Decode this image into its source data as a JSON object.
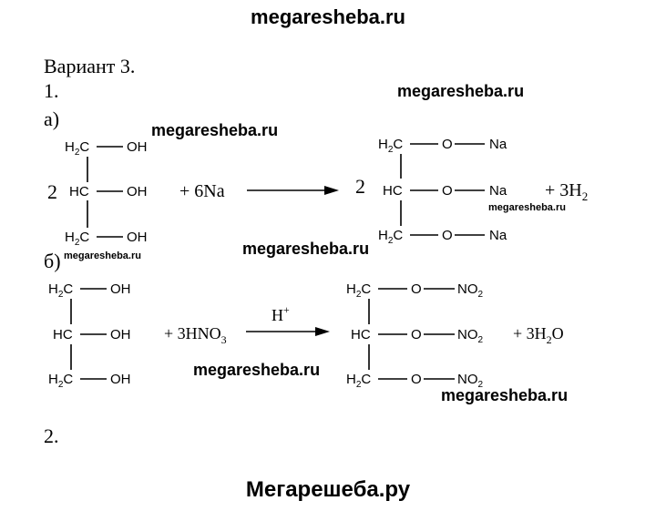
{
  "header": {
    "site": "megaresheba.ru"
  },
  "footer": {
    "site": "Мегарешеба.ру"
  },
  "variant_title": "Вариант 3.",
  "task1_number": "1.",
  "task2_number": "2.",
  "part_a_label": "а)",
  "part_b_label": "б)",
  "watermarks": {
    "w1": "megaresheba.ru",
    "w2": "megaresheba.ru",
    "w3": "megaresheba.ru",
    "w4": "megaresheba.ru",
    "w5": "megaresheba.ru",
    "w6": "megaresheba.ru",
    "w7": "megaresheba.ru"
  },
  "reaction_a": {
    "left_coefficient": "2",
    "reactant_added": "+ 6Na",
    "right_coefficient": "2",
    "product_added": "+ 3H",
    "product_added_sub": "2",
    "glycerol": {
      "c1": "H",
      "c1_sub": "2",
      "c1_tail": "C",
      "c2": "HC",
      "c3": "H",
      "c3_sub": "2",
      "c3_tail": "C",
      "oh": "OH"
    },
    "product": {
      "o": "O",
      "na": "Na"
    }
  },
  "reaction_b": {
    "reactant_added": "+ 3HNO",
    "reactant_added_sub": "3",
    "catalyst": "H",
    "catalyst_sup": "+",
    "product_added": "+ 3H",
    "product_added_sub": "2",
    "product_added_tail": "O",
    "product": {
      "o": "O",
      "no2": "NO",
      "no2_sub": "2"
    }
  }
}
